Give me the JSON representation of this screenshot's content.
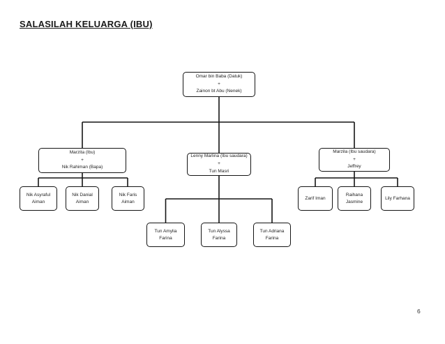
{
  "page": {
    "title": "SALASILAH KELUARGA (IBU)",
    "page_number": "6"
  },
  "tree": {
    "grandparents": {
      "lines": [
        "Omar bin Baba (Datuk)",
        "+",
        "Zainon bt Abu (Nenek)"
      ]
    },
    "families": [
      {
        "parents": {
          "lines": [
            "Marzita (Ibu)",
            "+",
            "Nik Rahiman (Bapa)"
          ]
        },
        "children": [
          "Nik Asyraful Aiman",
          "Nik Danial Aiman",
          "Nik Faris Aiman"
        ]
      },
      {
        "parents": {
          "lines": [
            "Lenny Marlina (Ibu saudara)",
            "+",
            "Tun Masri"
          ]
        },
        "children": [
          "Tun Amylia Farina",
          "Tun Alyssa Farina",
          "Tun Adriana Farina"
        ]
      },
      {
        "parents": {
          "lines": [
            "Marzila (Ibu saudara)",
            "+",
            "Jeffrey"
          ]
        },
        "children": [
          "Zarif Iman",
          "Raihana Jasmine",
          "Lily Farhana"
        ]
      }
    ]
  },
  "colors": {
    "line": "#141414",
    "text": "#222222",
    "background": "#ffffff"
  }
}
